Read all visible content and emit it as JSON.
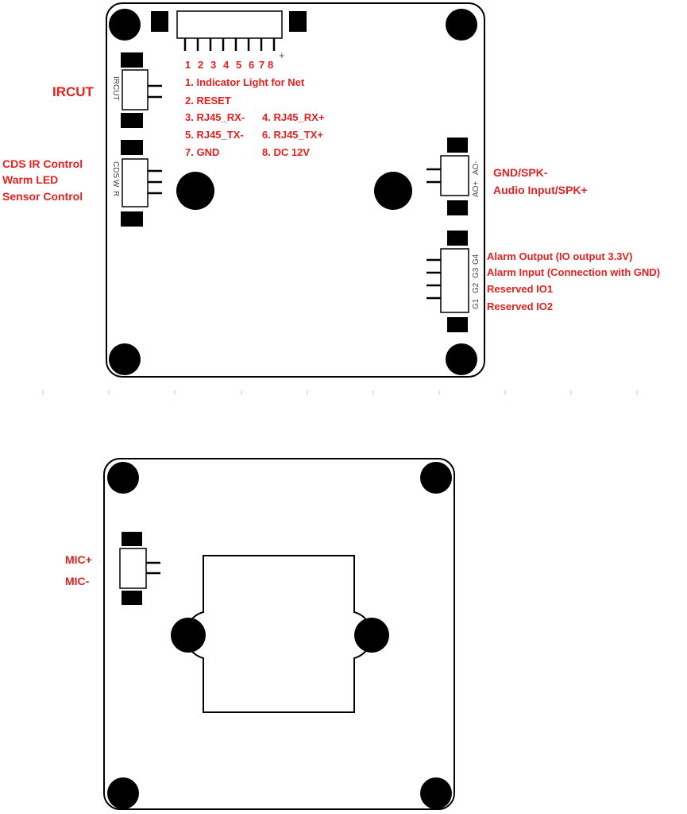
{
  "top_board": {
    "pin_numbers": [
      "1",
      "2",
      "3",
      "4",
      "5",
      "6",
      "7",
      "8"
    ],
    "plus_mark": "+",
    "pin_legend": [
      "1. Indicator Light for Net",
      "2. RESET",
      "3. RJ45_RX-",
      "4. RJ45_RX+",
      "5. RJ45_TX-",
      "6. RJ45_TX+",
      "7. GND",
      "8. DC 12V"
    ],
    "ircut": {
      "label": "IRCUT",
      "silkscreen": "IRCUT"
    },
    "cds": {
      "labels": [
        "CDS IR Control",
        "Warm LED",
        "Sensor Control"
      ],
      "silkscreen": [
        "CDS",
        "W",
        "R"
      ]
    },
    "audio": {
      "labels": [
        "GND/SPK-",
        "Audio Input/SPK+"
      ],
      "silkscreen": [
        "AO-",
        "AO+"
      ]
    },
    "io": {
      "labels": [
        "Alarm Output (IO output 3.3V)",
        "Alarm Input (Connection with GND)",
        "Reserved IO1",
        "Reserved IO2"
      ],
      "silkscreen": [
        "G4",
        "G3",
        "G2",
        "G1"
      ]
    }
  },
  "bottom_board": {
    "mic": {
      "labels": [
        "MIC+",
        "MIC-"
      ]
    }
  },
  "colors": {
    "label": "#e3211f",
    "outline": "#000000"
  }
}
